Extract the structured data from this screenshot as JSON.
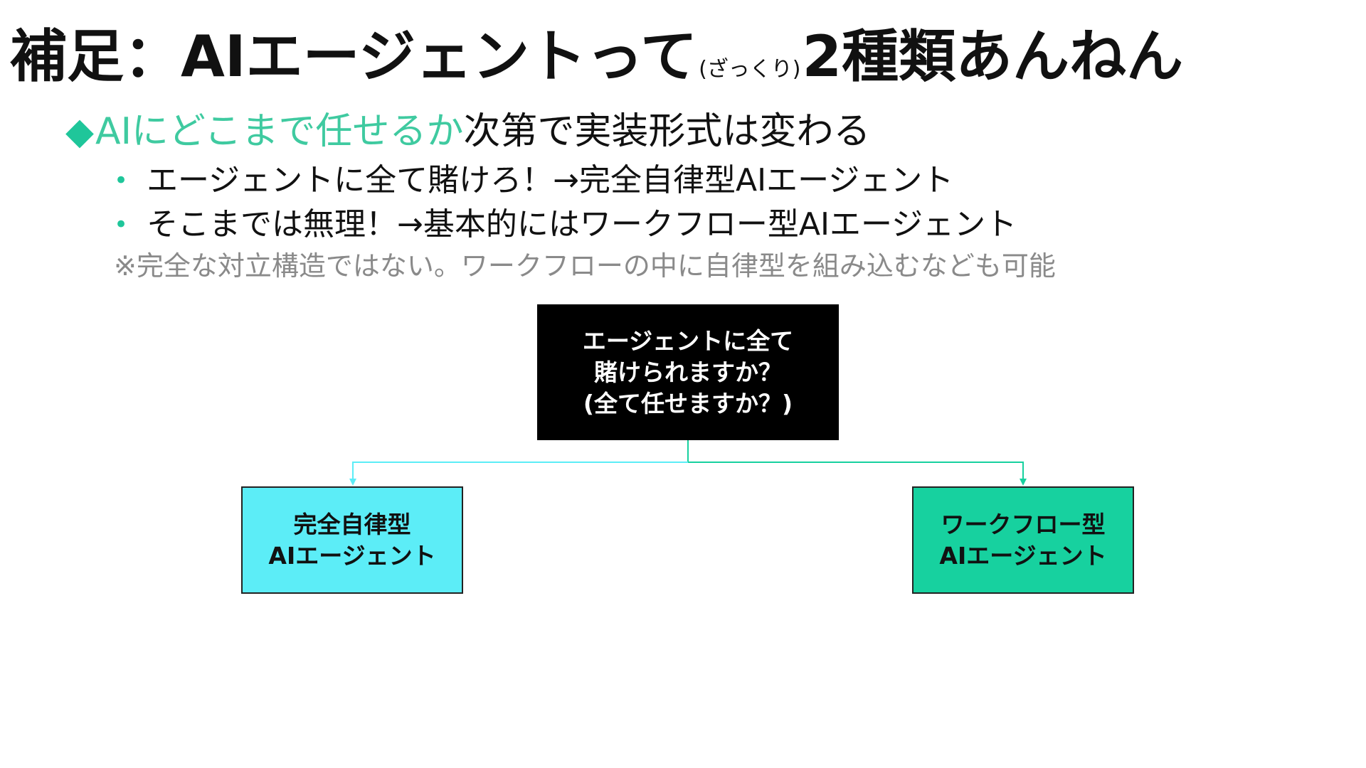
{
  "title": {
    "main_part1": "補足：AIエージェントって",
    "small": "(ざっくり)",
    "main_part2": "2種類あんねん"
  },
  "lead": {
    "diamond": "◆",
    "accent": "AIにどこまで任せるか",
    "rest": "次第で実装形式は変わる"
  },
  "bullets": [
    {
      "dot": "•",
      "text": "エージェントに全て賭けろ！→完全自律型AIエージェント"
    },
    {
      "dot": "•",
      "text": "そこまでは無理！→基本的にはワークフロー型AIエージェント"
    }
  ],
  "note": "※完全な対立構造ではない。ワークフローの中に自律型を組み込むなども可能",
  "diagram": {
    "root": {
      "line1": "エージェントに全て",
      "line2": "賭けられますか？",
      "line3": "(全て任せますか？)"
    },
    "left": {
      "line1": "完全自律型",
      "line2": "AIエージェント"
    },
    "right": {
      "line1": "ワークフロー型",
      "line2": "AIエージェント"
    },
    "colors": {
      "left_fill": "#5cedf7",
      "right_fill": "#17d19f",
      "left_line": "#5cedf7",
      "right_line": "#17d19f",
      "root_fill": "#000000",
      "accent_text": "#3fcaa0"
    }
  }
}
